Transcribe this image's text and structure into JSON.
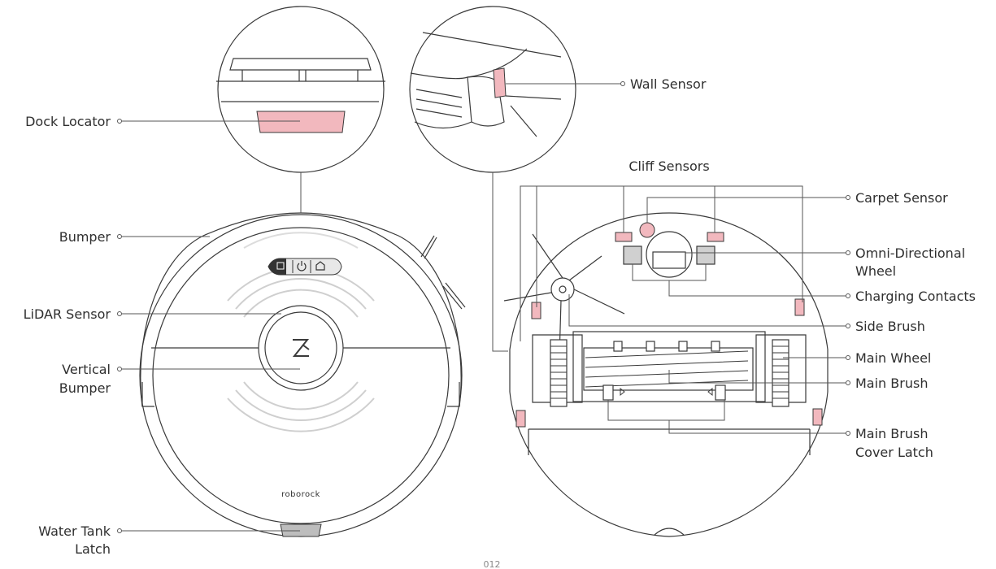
{
  "labels": {
    "dock_locator": "Dock Locator",
    "bumper": "Bumper",
    "lidar_sensor": "LiDAR Sensor",
    "vertical_bumper_1": "Vertical",
    "vertical_bumper_2": "Bumper",
    "water_tank_latch_1": "Water Tank",
    "water_tank_latch_2": "Latch",
    "wall_sensor": "Wall Sensor",
    "cliff_sensors": "Cliff Sensors",
    "carpet_sensor": "Carpet Sensor",
    "omni_wheel_1": "Omni-Directional",
    "omni_wheel_2": "Wheel",
    "charging_contacts": "Charging Contacts",
    "side_brush": "Side Brush",
    "main_wheel": "Main Wheel",
    "main_brush": "Main Brush",
    "main_brush_cover_latch_1": "Main Brush",
    "main_brush_cover_latch_2": "Cover Latch"
  },
  "brand_logo": "roborock",
  "page_number": "012",
  "colors": {
    "sensor_highlight": "#f2b8be",
    "line": "#3a3a3a",
    "latch_gray": "#bdbdbd"
  },
  "icons": {
    "power": "power-icon",
    "home": "home-icon",
    "spot": "spot-clean-icon",
    "lidar_logo": "lidar-z-logo"
  }
}
